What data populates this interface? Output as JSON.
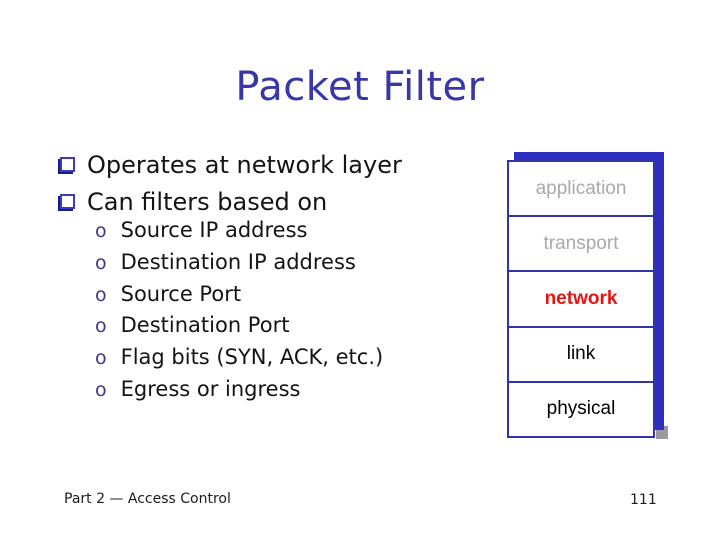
{
  "slide": {
    "title": "Packet Filter",
    "title_color": "#3737a8",
    "bullets": [
      "Operates at network layer",
      "Can filters based on"
    ],
    "sub_bullet_marker": "o",
    "sub_bullets": [
      "Source IP address",
      "Destination IP address",
      "Source Port",
      "Destination Port",
      "Flag bits (SYN, ACK, etc.)",
      "Egress or ingress"
    ],
    "stack": {
      "back_panel_color": "#2e2ec0",
      "border_color": "#3333ad",
      "layers": [
        {
          "label": "application",
          "color": "#a9a9a9",
          "bold": false
        },
        {
          "label": "transport",
          "color": "#a9a9a9",
          "bold": false
        },
        {
          "label": "network",
          "color": "#e81414",
          "bold": true
        },
        {
          "label": "link",
          "color": "#000000",
          "bold": false
        },
        {
          "label": "physical",
          "color": "#000000",
          "bold": false
        }
      ]
    },
    "footer": {
      "left": "Part 2 — Access Control",
      "page": "111"
    }
  }
}
